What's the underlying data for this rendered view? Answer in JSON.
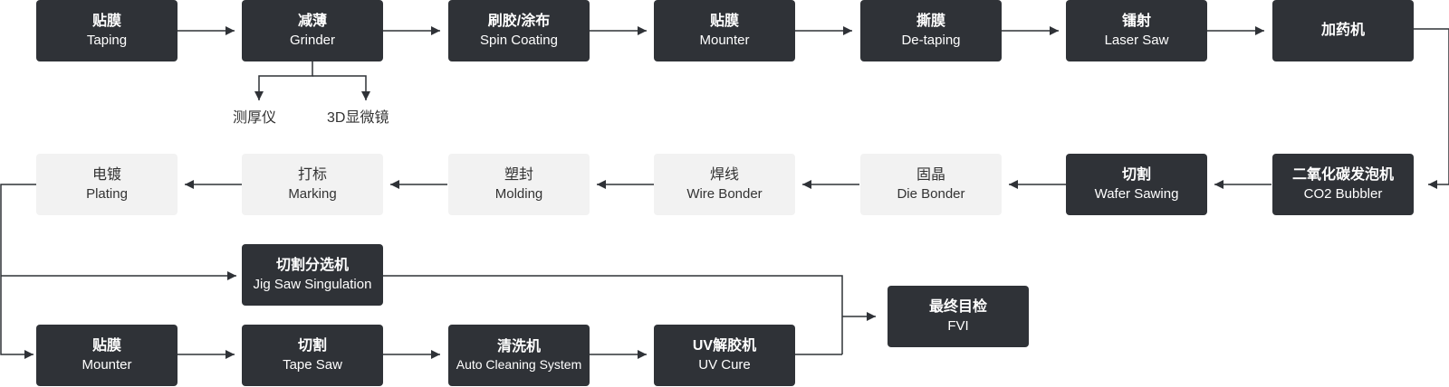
{
  "nodes": {
    "taping": {
      "zh": "贴膜",
      "en": "Taping"
    },
    "grinder": {
      "zh": "减薄",
      "en": "Grinder"
    },
    "spin_coating": {
      "zh": "刷胶/涂布",
      "en": "Spin Coating"
    },
    "mounter1": {
      "zh": "贴膜",
      "en": "Mounter"
    },
    "detaping": {
      "zh": "撕膜",
      "en": "De-taping"
    },
    "laser_saw": {
      "zh": "镭射",
      "en": "Laser Saw"
    },
    "dosing": {
      "zh": "加药机",
      "en": ""
    },
    "co2": {
      "zh": "二氧化碳发泡机",
      "en": "CO2 Bubbler"
    },
    "wafer_sawing": {
      "zh": "切割",
      "en": "Wafer Sawing"
    },
    "die_bonder": {
      "zh": "固晶",
      "en": "Die Bonder"
    },
    "wire_bonder": {
      "zh": "焊线",
      "en": "Wire Bonder"
    },
    "molding": {
      "zh": "塑封",
      "en": "Molding"
    },
    "marking": {
      "zh": "打标",
      "en": "Marking"
    },
    "plating": {
      "zh": "电镀",
      "en": "Plating"
    },
    "jig_saw": {
      "zh": "切割分选机",
      "en": "Jig Saw Singulation"
    },
    "mounter2": {
      "zh": "贴膜",
      "en": "Mounter"
    },
    "tape_saw": {
      "zh": "切割",
      "en": "Tape Saw"
    },
    "cleaning": {
      "zh": "清洗机",
      "en": "Auto Cleaning System"
    },
    "uv_cure": {
      "zh": "UV解胶机",
      "en": "UV Cure"
    },
    "fvi": {
      "zh": "最终目检",
      "en": "FVI"
    }
  },
  "sub_labels": {
    "thickness": "测厚仪",
    "microscope": "3D显微镜"
  },
  "colors": {
    "dark_box": "#2f3237",
    "light_box": "#f2f2f2",
    "line": "#2f3237"
  }
}
